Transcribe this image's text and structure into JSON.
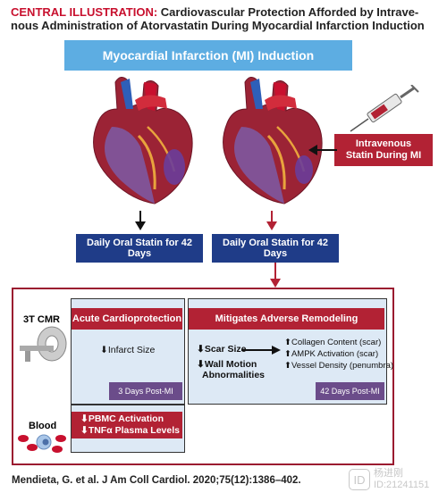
{
  "title": {
    "label": "CENTRAL ILLUSTRATION:",
    "line1": "Cardiovascular Protection Afforded by Intrave-",
    "line2": "nous Administration of Atorvastatin During Myocardial Infarction Induction"
  },
  "banner": "Myocardial Infarction (MI) Induction",
  "intravenous": {
    "line1": "Intravenous",
    "line2": "Statin During MI"
  },
  "left_oral": "Daily Oral Statin for 42 Days",
  "right_oral": "Daily Oral Statin for 42 Days",
  "modalities": {
    "cmr": "3T CMR",
    "blood": "Blood"
  },
  "acute": {
    "header": "Acute Cardioprotection",
    "infarct": "Infarct Size",
    "tag": "3 Days Post-MI"
  },
  "adverse": {
    "header": "Mitigates Adverse Remodeling",
    "scar": "Scar Size",
    "wall1": "Wall Motion",
    "wall2": "Abnormalities",
    "collagen": "Collagen Content (scar)",
    "ampk": "AMPK Activation (scar)",
    "vessel": "Vessel Density (penumbra)",
    "tag": "42 Days Post-MI"
  },
  "blood_panel": {
    "pbmc": "PBMC Activation",
    "tnf": "TNFα Plasma Levels"
  },
  "arrows": {
    "down": "⬇",
    "up": "⬆"
  },
  "citation": "Mendieta, G. et al. J Am Coll Cardiol. 2020;75(12):1386–402.",
  "watermark": {
    "name": "杨进刚",
    "id": "ID:21241151"
  },
  "colors": {
    "accent_red": "#b22234",
    "navy": "#1f3c88",
    "banner_blue": "#5dade2",
    "tag_purple": "#6b4c8a",
    "panel_bg": "#dde9f5"
  }
}
